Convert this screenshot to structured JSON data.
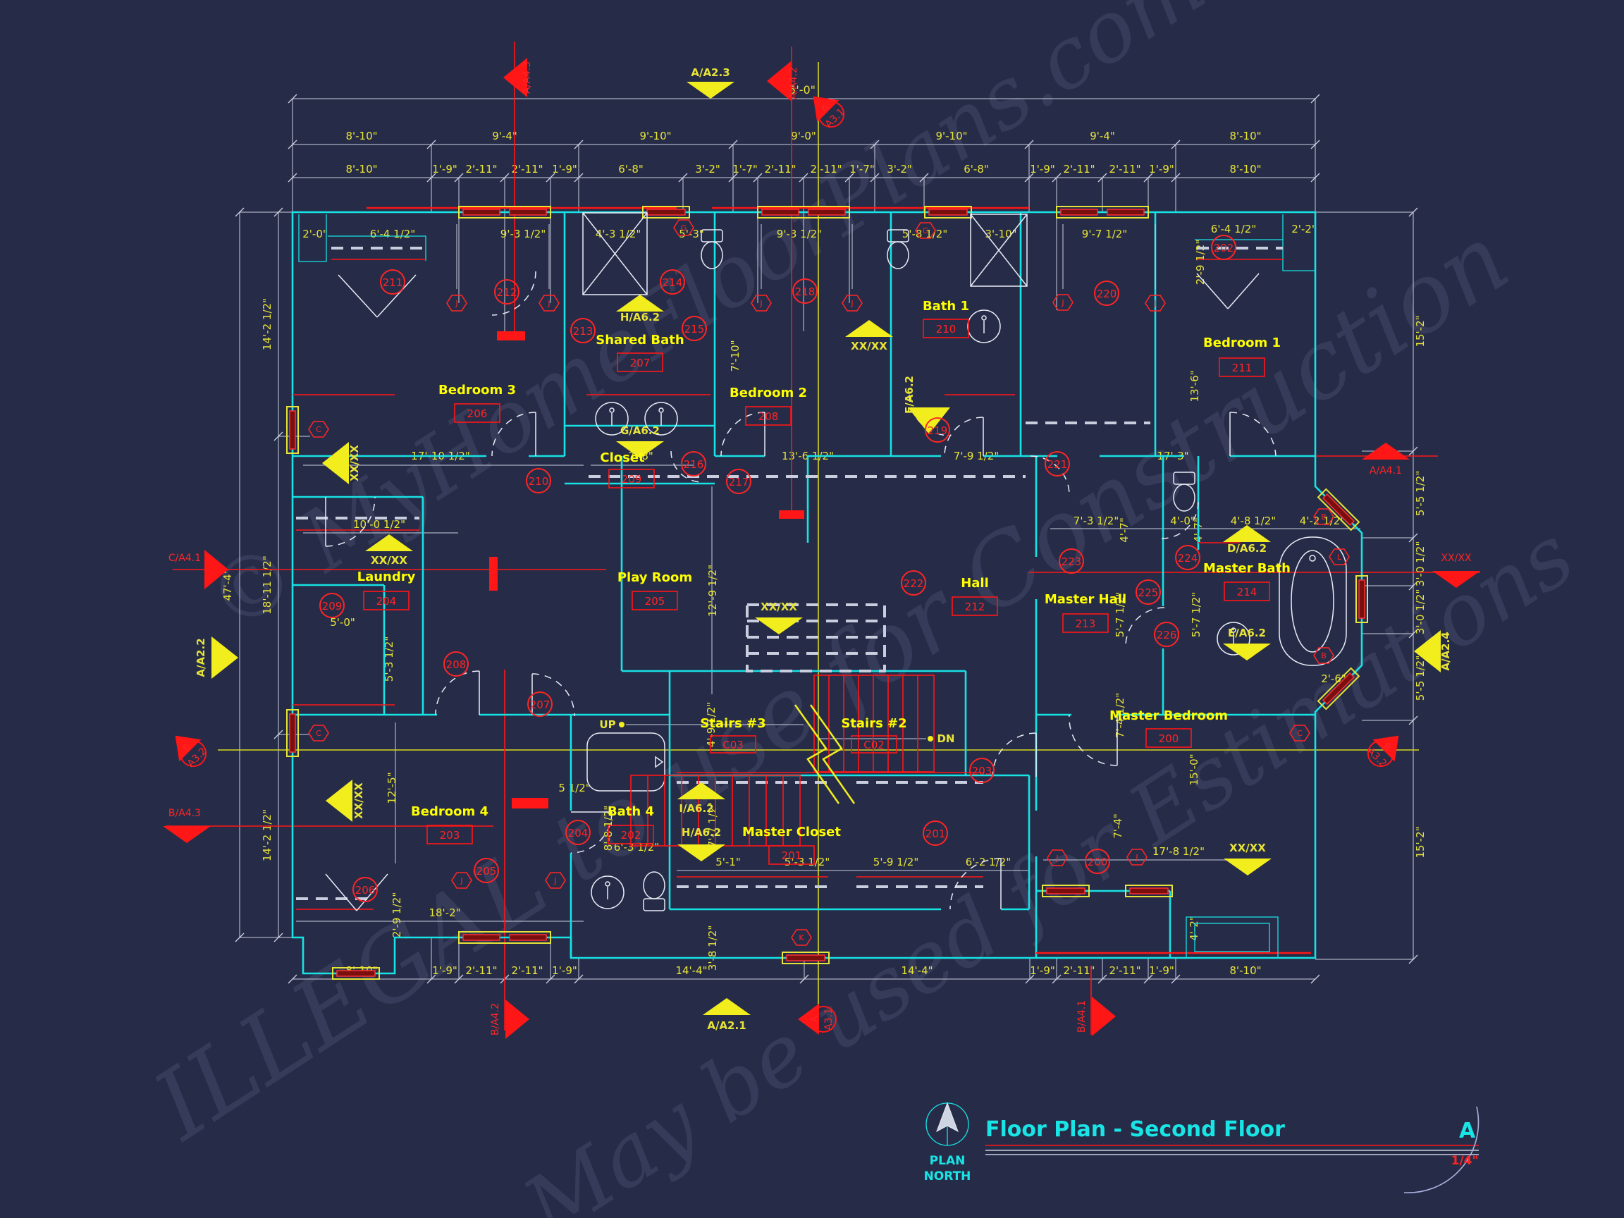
{
  "title_block": {
    "plan_north_line1": "PLAN",
    "plan_north_line2": "NORTH",
    "title": "Floor Plan - Second Floor",
    "detail_letter": "A",
    "scale": "1/4\""
  },
  "watermark": {
    "line1": "© MyHomeFloorPlans.com",
    "line2": "ILLEGAL to use for Construction",
    "line3": "May be used for Estimations"
  },
  "colors": {
    "background": "#262c48",
    "wall_cyan": "#17e2e4",
    "dimension_red": "#ff1616",
    "dim_text_yellow": "#e8e437",
    "room_label_yellow": "#ffff00",
    "dim_line_gray": "#c9cede",
    "fixture_white": "#e9ecf6",
    "title_cyan": "#19e5e6"
  },
  "rooms": [
    {
      "name": "Bedroom 3",
      "number": "206"
    },
    {
      "name": "Shared Bath",
      "number": "207"
    },
    {
      "name": "Closet",
      "number": "209"
    },
    {
      "name": "Bedroom 2",
      "number": "208"
    },
    {
      "name": "Bath 1",
      "number": "210"
    },
    {
      "name": "Bedroom 1",
      "number": "211"
    },
    {
      "name": "Laundry",
      "number": "204"
    },
    {
      "name": "Play Room",
      "number": "205"
    },
    {
      "name": "Hall",
      "number": "212"
    },
    {
      "name": "Master Hall",
      "number": "213"
    },
    {
      "name": "Master Bath",
      "number": "214"
    },
    {
      "name": "Master Bedroom",
      "number": "200"
    },
    {
      "name": "Bedroom 4",
      "number": "203"
    },
    {
      "name": "Bath 4",
      "number": "202"
    },
    {
      "name": "Master Closet",
      "number": "201"
    },
    {
      "name": "Stairs #3",
      "number": "C03"
    },
    {
      "name": "Stairs #2",
      "number": "C02"
    }
  ],
  "stairs": {
    "up": "UP",
    "dn": "DN"
  },
  "door_tags": [
    "200",
    "201",
    "202",
    "203",
    "204",
    "205",
    "206",
    "207",
    "208",
    "209",
    "210",
    "211",
    "212",
    "213",
    "214",
    "215",
    "216",
    "217",
    "218",
    "219",
    "220",
    "221",
    "222",
    "223",
    "224",
    "225",
    "226"
  ],
  "window_tags": {
    "j": "J",
    "g": "G",
    "c": "C",
    "b": "B",
    "k": "K",
    "l": "L"
  },
  "markers": {
    "a_a23": "A/A2.3",
    "a_a21": "A/A2.1",
    "a_a22": "A/A2.2",
    "a_a24": "A/A2.4",
    "a_a43": "A/A4.3",
    "a_a42": "A/A4.2",
    "a_a41": "A/A4.1",
    "b_a41": "B/A4.1",
    "b_a42": "B/A4.2",
    "b_a43": "B/A4.3",
    "c_a41": "C/A4.1",
    "xx": "XX/XX",
    "sec_a_letter": "A",
    "sec_a_sheet": "A3.1",
    "sec_b_letter": "B",
    "sec_b_sheet": "A3.2",
    "d_a62": "D/A6.2",
    "e_a62": "E/A6.2",
    "f_a62": "F/A6.2",
    "g_a62": "G/A6.2",
    "h_a62": "H/A6.2",
    "i_a62": "I/A6.2"
  },
  "dims": {
    "overall_width": "65'-0\"",
    "top_main": [
      "8'-10\"",
      "9'-4\"",
      "9'-10\"",
      "9'-0\"",
      "9'-10\"",
      "9'-4\"",
      "8'-10\""
    ],
    "top_detail": [
      "8'-10\"",
      "1'-9\"",
      "2'-11\"",
      "2'-11\"",
      "1'-9\"",
      "6'-8\"",
      "3'-2\"",
      "1'-7\"",
      "2'-11\"",
      "2'-11\"",
      "1'-7\"",
      "3'-2\"",
      "6'-8\"",
      "1'-9\"",
      "2'-11\"",
      "2'-11\"",
      "1'-9\"",
      "8'-10\""
    ],
    "bottom": [
      "8'-10\"",
      "1'-9\"",
      "2'-11\"",
      "2'-11\"",
      "1'-9\"",
      "14'-4\"",
      "14'-4\"",
      "1'-9\"",
      "2'-11\"",
      "2'-11\"",
      "1'-9\"",
      "8'-10\""
    ],
    "left": [
      "14'-2 1/2\"",
      "18'-11 1/2\"",
      "14'-2 1/2\"",
      "47'-4\""
    ],
    "right": [
      "15'-2\"",
      "5'-5 1/2\"",
      "3'-0 1/2\"",
      "3'-0 1/2\"",
      "5'-5 1/2\"",
      "15'-2\""
    ],
    "interior": [
      "2'-0\"",
      "6'-4 1/2\"",
      "9'-3 1/2\"",
      "4'-3 1/2\"",
      "5'-3\"",
      "9'-3 1/2\"",
      "5'-8 1/2\"",
      "3'-10\"",
      "9'-7 1/2\"",
      "6'-4 1/2\"",
      "2'-2\"",
      "2'-9 1/2\"",
      "13'-6\"",
      "7'-10\"",
      "17'-10 1/2\"",
      "7'-8\"",
      "13'-6 1/2\"",
      "7'-9 1/2\"",
      "17'-3\"",
      "10'-0 1/2\"",
      "5'-0\"",
      "5'-3 1/2\"",
      "12'-9 1/2\"",
      "7'-3 1/2\"",
      "4'-7\"",
      "4'-0\"",
      "4'-7\"",
      "4'-8 1/2\"",
      "4'-2 1/2\"",
      "5'-7 1/2\"",
      "5'-7 1/2\"",
      "7'-4 1/2\"",
      "2'-6\"",
      "12'-5\"",
      "18'-2\"",
      "2'-9 1/2\"",
      "5 1/2\"",
      "8'-8 1/2\"",
      "6'-3 1/2\"",
      "4'-9 1/2\"",
      "7'-7 1/2\"",
      "5'-1\"",
      "5'-3 1/2\"",
      "5'-9 1/2\"",
      "6'-2 1/2\"",
      "3'-8 1/2\"",
      "17'-8 1/2\"",
      "15'-0\"",
      "7'-4\"",
      "4'-2\""
    ]
  }
}
